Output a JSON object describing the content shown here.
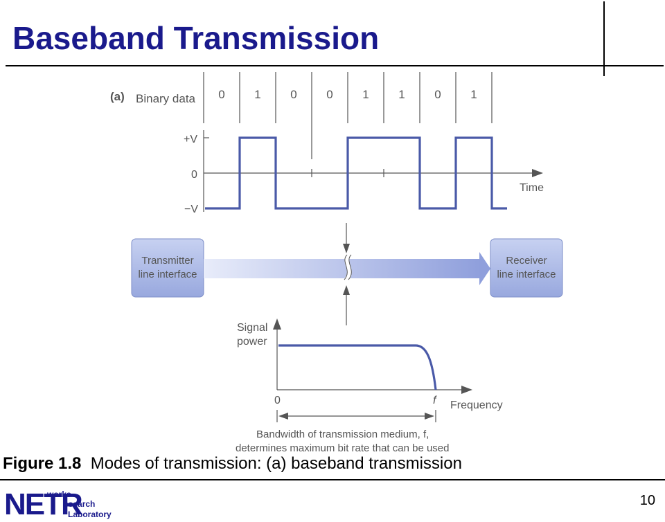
{
  "slide": {
    "title": "Baseband Transmission",
    "caption_figure": "Figure 1.8",
    "caption_text": "Modes of transmission: (a) baseband transmission",
    "page_number": "10"
  },
  "logo": {
    "letters": "NETR",
    "word1": "works",
    "word2": "esearch",
    "word3": "Laboratory"
  },
  "diagram": {
    "part_label": "(a)",
    "binary_label": "Binary data",
    "bits": [
      "0",
      "1",
      "0",
      "0",
      "1",
      "1",
      "0",
      "1"
    ],
    "level_high": "+V",
    "level_zero": "0",
    "level_low": "−V",
    "time_label": "Time",
    "transmitter": [
      "Transmitter",
      "line interface"
    ],
    "receiver": [
      "Receiver",
      "line interface"
    ],
    "signal_axis": [
      "Signal",
      "power"
    ],
    "freq_zero": "0",
    "freq_f": "f",
    "freq_label": "Frequency",
    "bandwidth_note": [
      "Bandwidth of transmission medium, f,",
      "determines maximum bit rate that can be used"
    ],
    "colors": {
      "waveform": "#4a5aa8",
      "box": "#aab8e6",
      "text": "#555555"
    }
  }
}
